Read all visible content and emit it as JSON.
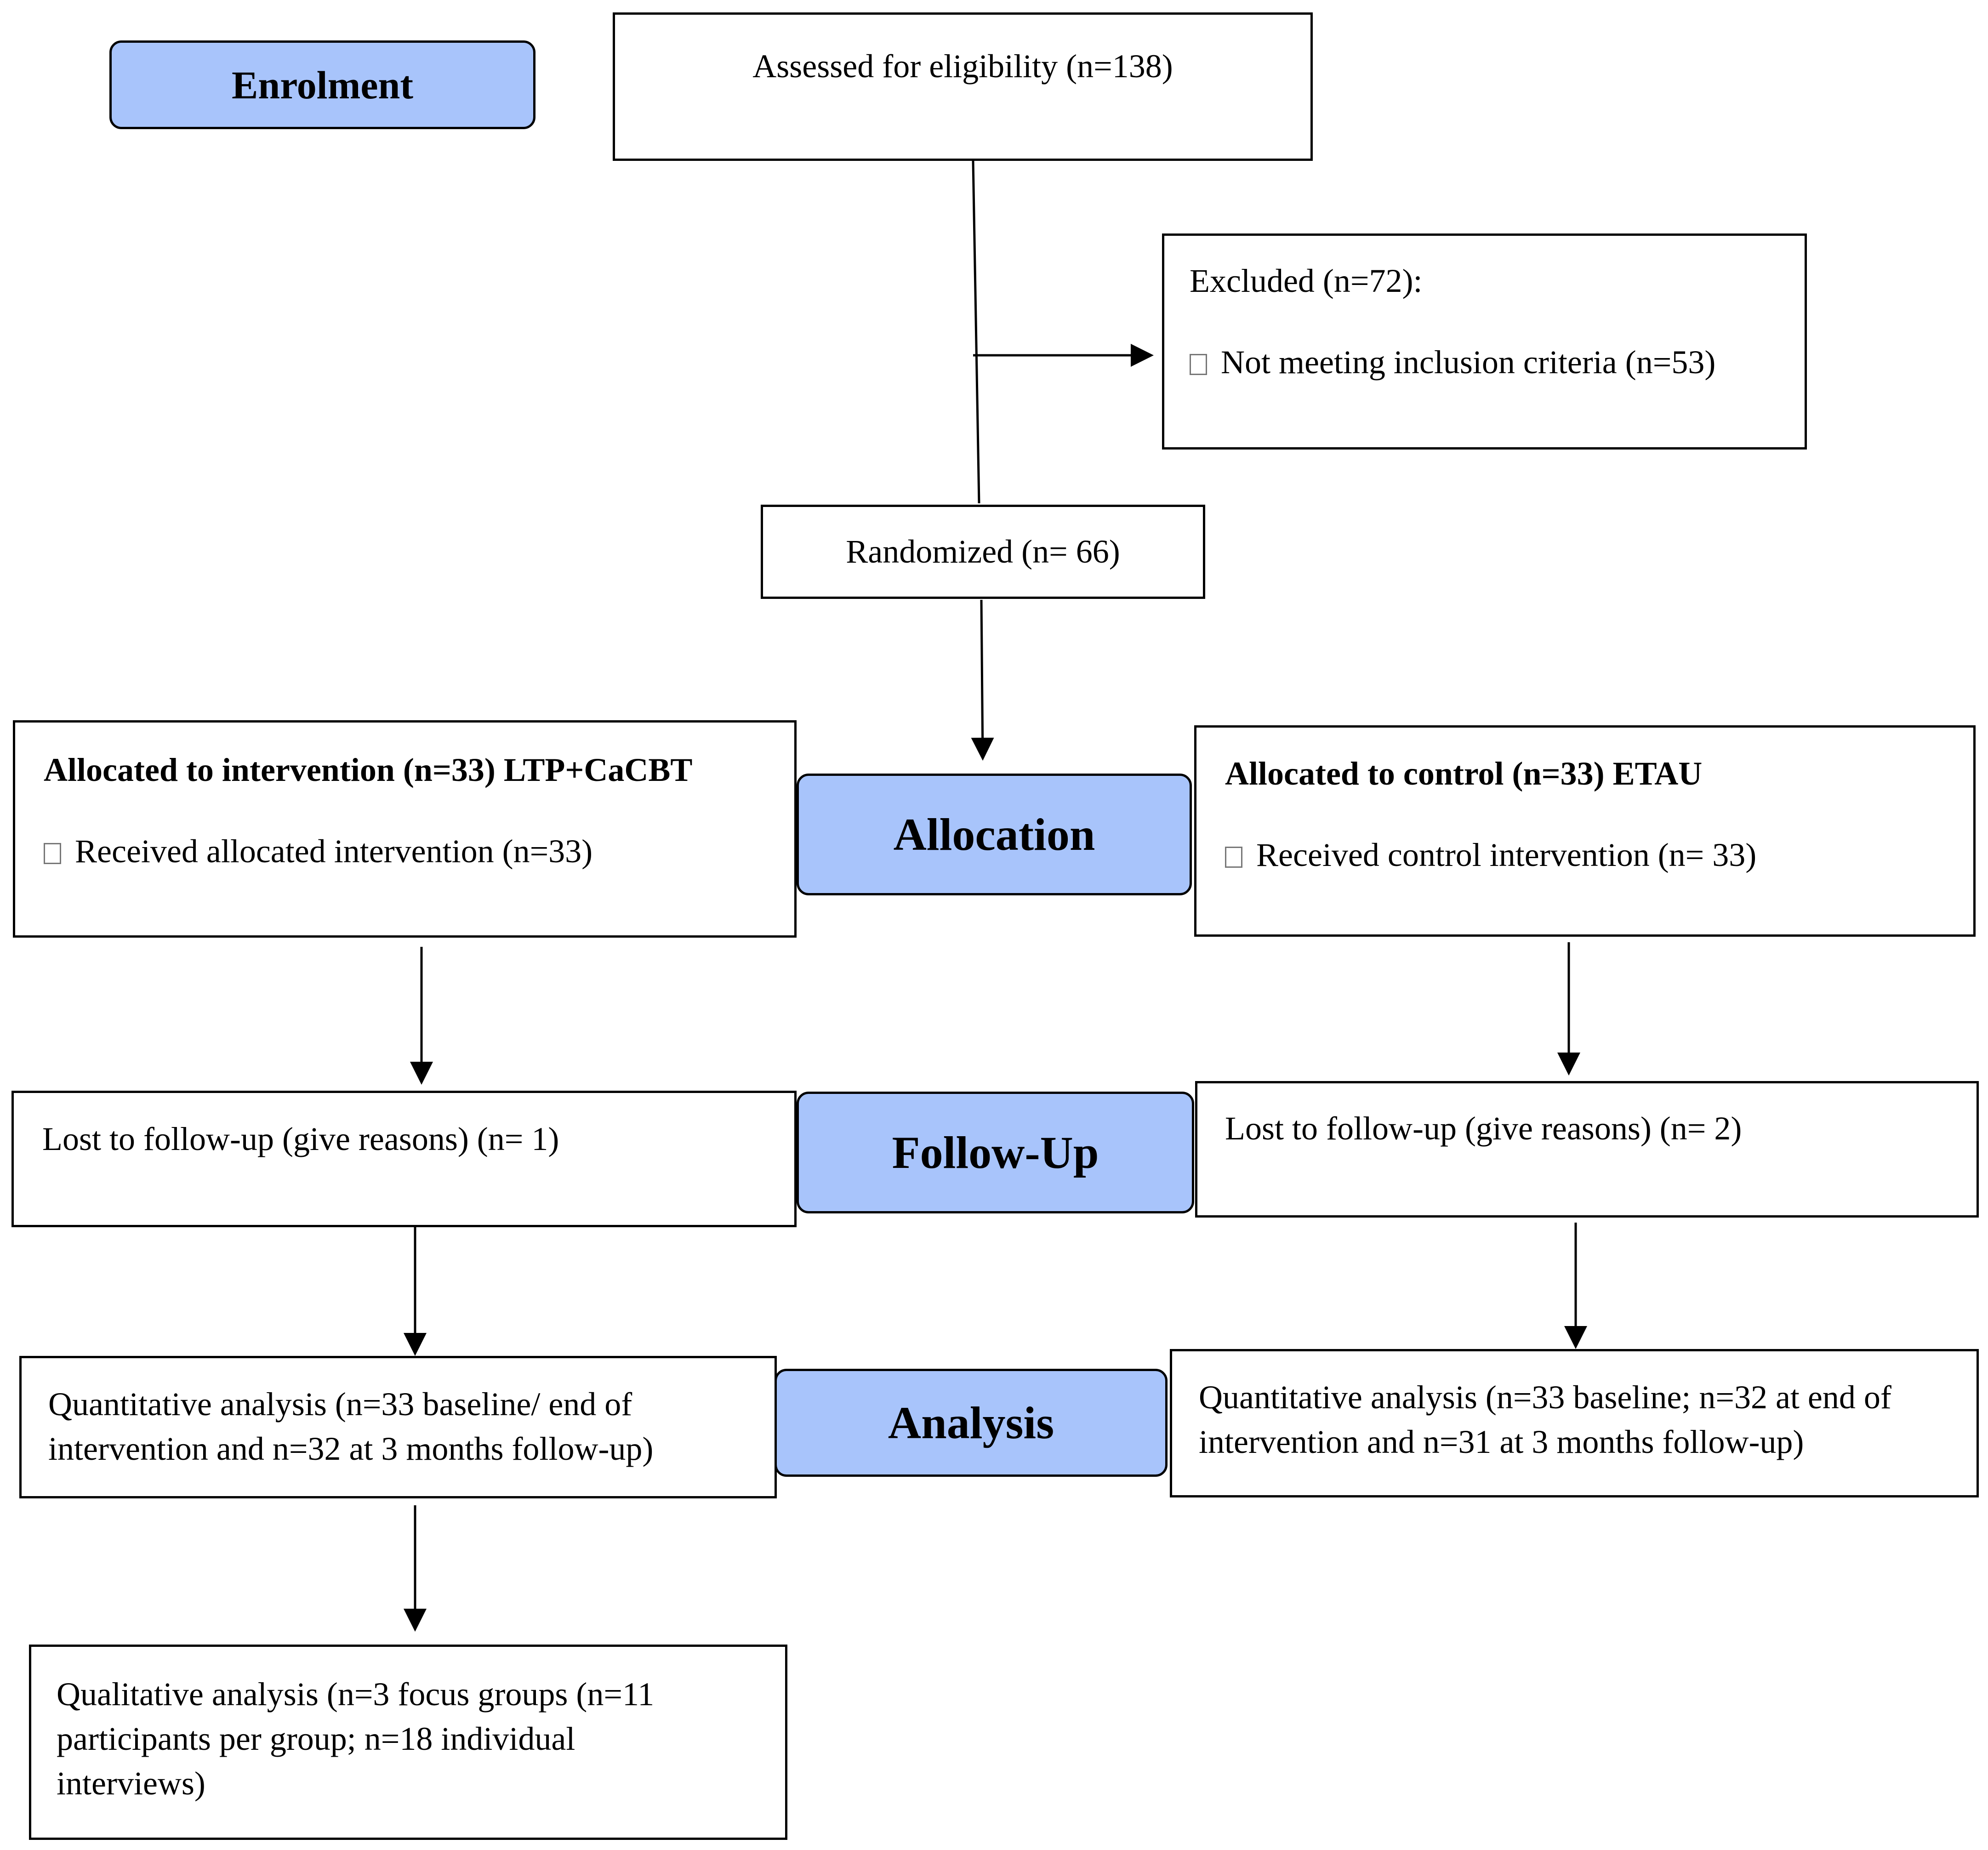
{
  "stages": {
    "enrolment": "Enrolment",
    "allocation": "Allocation",
    "follow_up": "Follow-Up",
    "analysis": "Analysis"
  },
  "boxes": {
    "assessed": "Assessed for eligibility (n=138)",
    "excluded_title": "Excluded (n=72):",
    "excluded_item": "Not meeting inclusion criteria (n=53)",
    "randomized": "Randomized (n= 66)",
    "intervention_title": "Allocated to intervention (n=33) LTP+CaCBT",
    "intervention_item": "Received allocated intervention (n=33)",
    "control_title": "Allocated to control (n=33) ETAU",
    "control_item": "Received control intervention (n= 33)",
    "lost_intervention": "Lost to follow-up (give reasons) (n= 1)",
    "lost_control": "Lost to follow-up (give reasons) (n= 2)",
    "quant_intervention": [
      "Quantitative analysis (n=33 baseline/ end of",
      "intervention and n=32 at 3 months follow-up)"
    ],
    "quant_control": [
      "Quantitative analysis (n=33 baseline; n=32 at end of",
      "intervention and n=31 at 3 months follow-up)"
    ],
    "qualitative": [
      "Qualitative analysis (n=3 focus groups (n=11",
      "participants per group; n=18 individual",
      "interviews)"
    ]
  }
}
